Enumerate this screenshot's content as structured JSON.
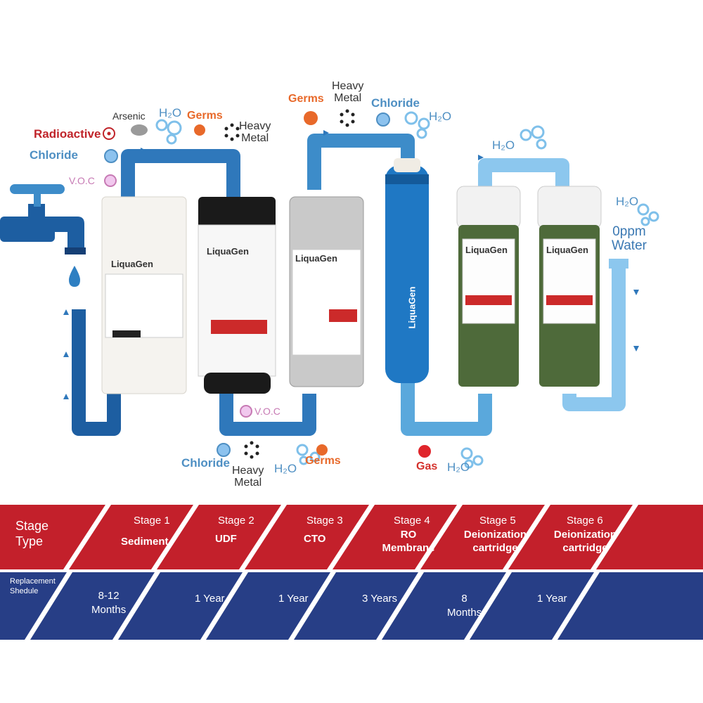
{
  "labels": {
    "radioactive": "Radioactive",
    "arsenic": "Arsenic",
    "h2o_top1": "H₂O",
    "germs_top1": "Germs",
    "heavy_metal_top1": [
      "Heavy",
      "Metal"
    ],
    "chloride_top_left": "Chloride",
    "voc_top": "V.O.C",
    "germs_top2": "Germs",
    "heavy_metal_top2": [
      "Heavy",
      "Metal"
    ],
    "chloride_top2": "Chloride",
    "h2o_top2": "H₂O",
    "h2o_top3": "H₂O",
    "h2o_right": "H₂O",
    "zero_ppm_water": [
      "0ppm",
      "Water"
    ],
    "voc_bottom": "V.O.C",
    "chloride_bottom": "Chloride",
    "heavy_metal_bottom": [
      "Heavy",
      "Metal"
    ],
    "h2o_bottom1": "H₂O",
    "germs_bottom": "Germs",
    "gas_bottom": "Gas",
    "h2o_bottom2": "H₂O"
  },
  "brand_name": "LiquaGen",
  "colors": {
    "pipe_dark": "#1d5ea1",
    "pipe_mid": "#3d8cc9",
    "pipe_light": "#8cc7ee",
    "table_red": "#c3202b",
    "table_blue": "#273e86"
  },
  "table": {
    "header_title": [
      "Stage",
      "Type"
    ],
    "replacement_title": [
      "Replacement",
      "Shedule"
    ],
    "stages": [
      {
        "stage": "Stage 1",
        "type": [
          "Sediment"
        ],
        "schedule": [
          "8-12",
          "Months"
        ]
      },
      {
        "stage": "Stage 2",
        "type": [
          "UDF"
        ],
        "schedule": [
          "1 Year"
        ]
      },
      {
        "stage": "Stage 3",
        "type": [
          "CTO"
        ],
        "schedule": [
          "1 Year"
        ]
      },
      {
        "stage": "Stage 4",
        "type": [
          "RO",
          "Membrane"
        ],
        "schedule": [
          "3 Years"
        ]
      },
      {
        "stage": "Stage 5",
        "type": [
          "Deionization",
          "cartridge"
        ],
        "schedule": [
          "8",
          "Months"
        ]
      },
      {
        "stage": "Stage 6",
        "type": [
          "Deionization",
          "cartridge"
        ],
        "schedule": [
          "1 Year"
        ]
      }
    ]
  }
}
